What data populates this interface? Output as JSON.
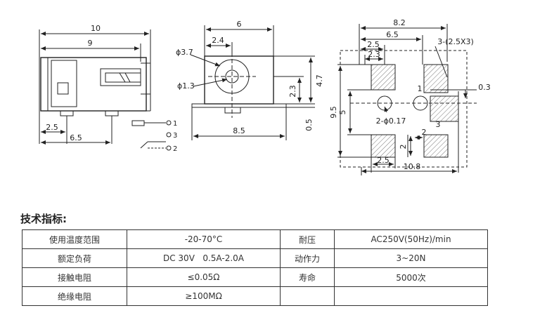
{
  "drawing": {
    "side_view": {
      "dim_overall": "10",
      "dim_body": "9",
      "dim_pin_left": "2.5",
      "dim_pin_span": "6.5",
      "pin_labels": [
        "1",
        "3",
        "2"
      ]
    },
    "front_view": {
      "dim_width": "6",
      "dim_offset": "2.4",
      "dim_outer_dia": "ϕ3.7",
      "dim_inner_dia": "ϕ1.3",
      "dim_height": "4.7",
      "dim_center_height": "2.3",
      "dim_base_width": "8.5",
      "dim_base_thickness": "0.5"
    },
    "footprint": {
      "dim_outer_width": "8.2",
      "dim_inner_width": "6.5",
      "dim_pad_offset": "2.5",
      "dim_pad_width": "2.3",
      "pad_note": "3-(2.5X3)",
      "dim_overall_height": "9.5",
      "dim_center_height": "5",
      "hole_note": "2-ϕ0.17",
      "dim_pad_gap": "0.3",
      "dim_pad_h": "2",
      "dim_pad_v": "2",
      "dim_bottom_pad": "2.5",
      "dim_bottom_width": "10.8",
      "pad_labels": [
        "1",
        "3"
      ]
    }
  },
  "specs": {
    "heading": "技术指标:",
    "rows": [
      {
        "label1": "使用温度范围",
        "value1": "-20-70°C",
        "label2": "耐压",
        "value2": "AC250V(50Hz)/min"
      },
      {
        "label1": "额定负荷",
        "value1": "DC 30V   0.5A-2.0A",
        "label2": "动作力",
        "value2": "3~20N"
      },
      {
        "label1": "接触电阻",
        "value1": "≤0.05Ω",
        "label2": "寿命",
        "value2": "5000次"
      },
      {
        "label1": "绝缘电阻",
        "value1": "≥100MΩ",
        "label2": "",
        "value2": ""
      }
    ]
  }
}
